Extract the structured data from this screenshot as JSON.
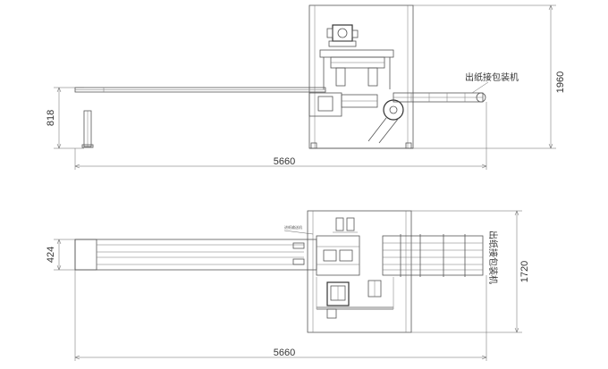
{
  "side_view": {
    "label": "出纸接包装机",
    "dim_length": "5660",
    "dim_height_total": "1960",
    "dim_height_conveyor": "818"
  },
  "top_view": {
    "label": "出纸接包装机",
    "dim_length": "5660",
    "dim_width_total": "1720",
    "dim_width_conveyor": "424",
    "callout_label": "进纸输送机"
  }
}
